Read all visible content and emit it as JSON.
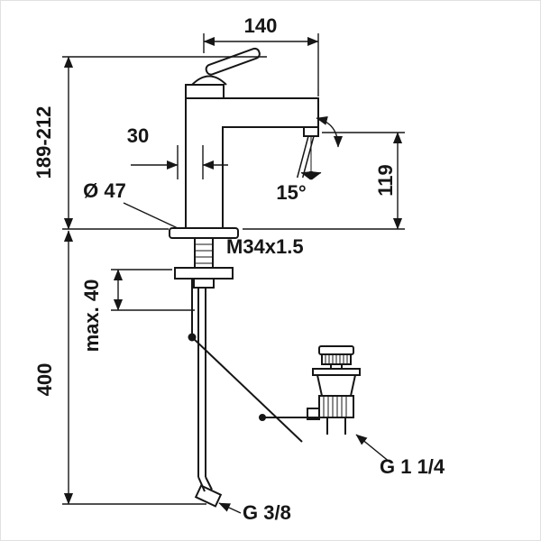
{
  "drawing": {
    "type": "technical-dimension-drawing",
    "subject": "single-lever basin mixer with pop-up waste",
    "line_color": "#161616",
    "background": "#ffffff",
    "labels": {
      "spout_reach": "140",
      "total_height": "189-212",
      "aerator_offset": "30",
      "spout_height": "119",
      "stream_angle": "15°",
      "base_diameter": "Ø 47",
      "mounting_thread": "M34x1.5",
      "max_mounting_thickness": "max. 40",
      "hose_length": "400",
      "waste_thread": "G 1 1/4",
      "supply_connection": "G 3/8"
    }
  }
}
